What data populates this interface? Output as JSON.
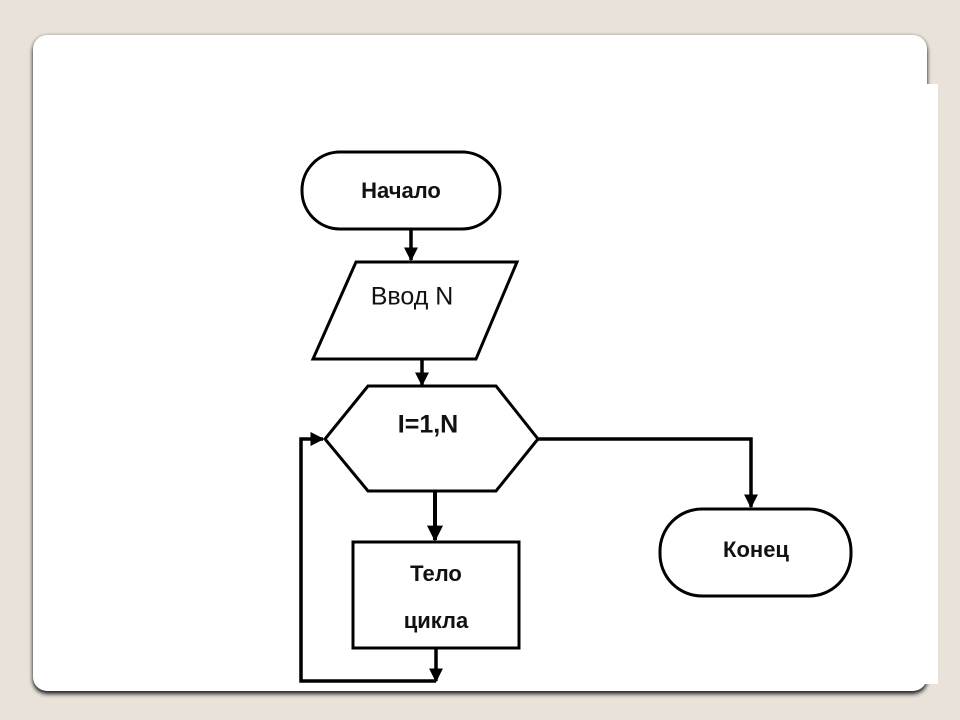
{
  "flowchart": {
    "start": "Начало",
    "input": "Ввод N",
    "loop": "I=1,N",
    "body_line1": "Тело",
    "body_line2": "цикла",
    "end": "Конец"
  }
}
